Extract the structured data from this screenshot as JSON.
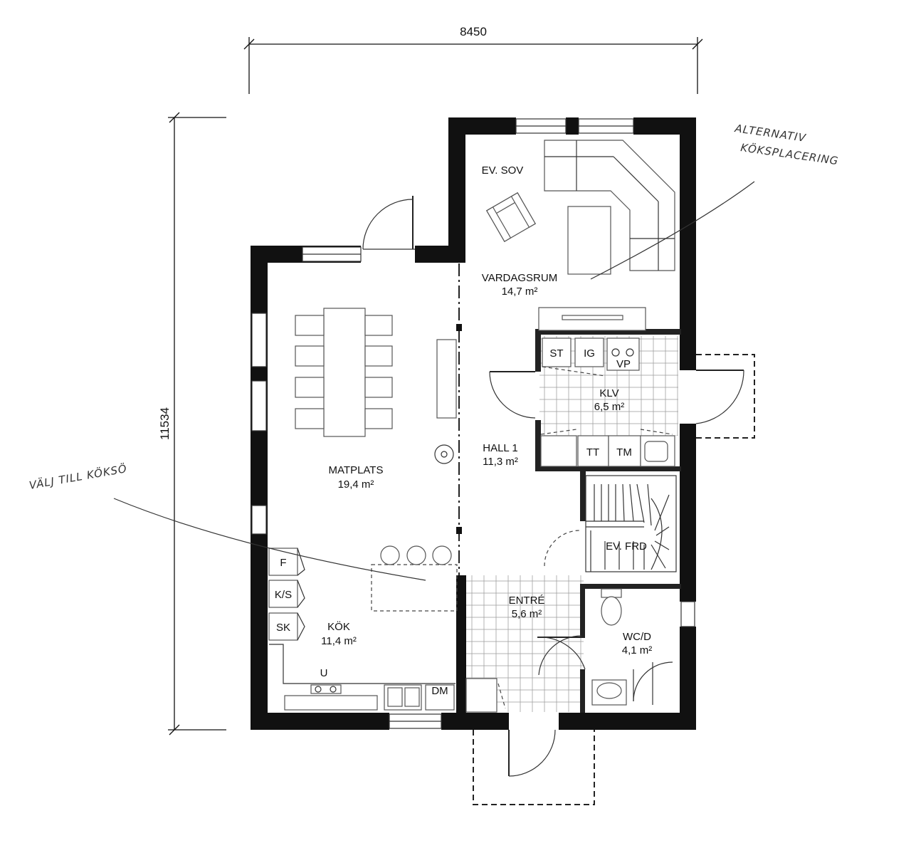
{
  "dimensions": {
    "width": "8450",
    "depth": "11534"
  },
  "annotations": {
    "alt_kitchen_line1": "ALTERNATIV",
    "alt_kitchen_line2": "KÖKSPLACERING",
    "choose_island": "VÄLJ TILL KÖKSÖ"
  },
  "rooms": {
    "ev_sov": "EV. SOV",
    "vardagsrum": "VARDAGSRUM",
    "vardagsrum_area": "14,7 m²",
    "matplats": "MATPLATS",
    "matplats_area": "19,4 m²",
    "hall": "HALL 1",
    "hall_area": "11,3 m²",
    "klv": "KLV",
    "klv_area": "6,5 m²",
    "entre": "ENTRÉ",
    "entre_area": "5,6 m²",
    "wcd": "WC/D",
    "wcd_area": "4,1 m²",
    "kok": "KÖK",
    "kok_area": "11,4 m²",
    "ev_frd": "EV. FRD"
  },
  "fixtures": {
    "st": "ST",
    "ig": "IG",
    "vp": "VP",
    "tt": "TT",
    "tm": "TM",
    "f": "F",
    "ks": "K/S",
    "sk": "SK",
    "u": "U",
    "dm": "DM"
  }
}
